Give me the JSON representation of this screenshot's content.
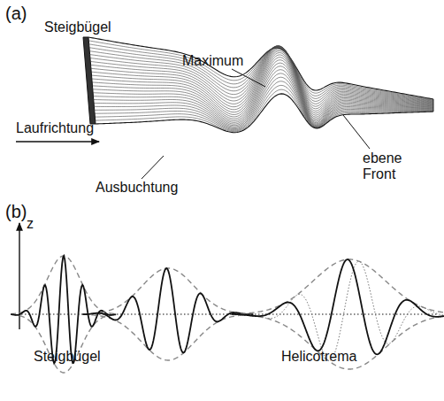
{
  "diagram": {
    "labels": [
      "(a)",
      "Steigbügel",
      "Maximum",
      "Laufrichtung",
      "Ausbuchtung",
      "ebene Front",
      "(b)",
      "z",
      "Steigbügel",
      "Helicotrema"
    ]
  }
}
